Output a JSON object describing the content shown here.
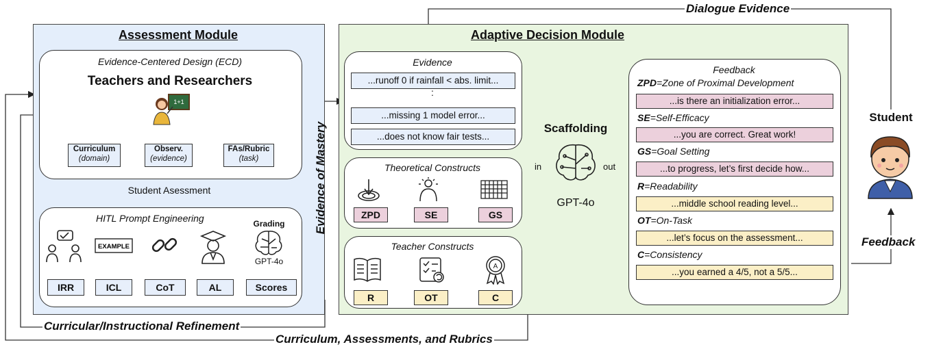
{
  "assessment_module": {
    "title": "Assessment Module",
    "ecd_label": "Evidence-Centered Design (ECD)",
    "teachers_title": "Teachers and Researchers",
    "board_text": "1+1",
    "nodes": [
      {
        "name": "Curriculum",
        "sub": "(domain)"
      },
      {
        "name": "Observ.",
        "sub": "(evidence)"
      },
      {
        "name": "FAs/Rubric",
        "sub": "(task)"
      }
    ],
    "student_assessment": "Student Asessment",
    "hitl_label": "HITL Prompt Engineering",
    "example_icon_text": "EXAMPLE",
    "grading_label": "Grading",
    "grading_model": "GPT-4o",
    "pipeline": [
      "IRR",
      "ICL",
      "CoT",
      "AL",
      "Scores"
    ]
  },
  "adaptive_module": {
    "title": "Adaptive Decision Module",
    "evidence_label": "Evidence",
    "evidence_rows": [
      "...runoff 0 if rainfall < abs. limit...",
      ":",
      "...missing 1 model error...",
      "...does not know fair tests..."
    ],
    "theoretical_label": "Theoretical Constructs",
    "theoretical_chips": [
      "ZPD",
      "SE",
      "GS"
    ],
    "teacher_label": "Teacher Constructs",
    "teacher_chips": [
      "R",
      "OT",
      "C"
    ],
    "scaffolding_label": "Scaffolding",
    "model_label": "GPT-4o",
    "in_label": "in",
    "out_label": "out"
  },
  "feedback": {
    "title": "Feedback",
    "items": [
      {
        "abbr": "ZPD",
        "def": "=Zone of Proximal Development",
        "text": "...is there an initialization error...",
        "color": "pink"
      },
      {
        "abbr": "SE",
        "def": "=Self-Efficacy",
        "text": "...you are correct. Great work!",
        "color": "pink"
      },
      {
        "abbr": "GS",
        "def": "=Goal Setting",
        "text": "...to progress, let’s first decide how...",
        "color": "pink"
      },
      {
        "abbr": "R",
        "def": "=Readability",
        "text": "...middle school reading level...",
        "color": "yellow"
      },
      {
        "abbr": "OT",
        "def": "=On-Task",
        "text": "...let’s focus on the assessment...",
        "color": "yellow"
      },
      {
        "abbr": "C",
        "def": "=Consistency",
        "text": "...you earned a 4/5, not a 5/5...",
        "color": "yellow"
      }
    ]
  },
  "student_label": "Student",
  "flows": {
    "dialogue_evidence": "Dialogue Evidence",
    "evidence_of_mastery": "Evidence  of Mastery",
    "feedback": "Feedback",
    "curricular_refinement": "Curricular/Instructional Refinement",
    "curriculum_assessments": "Curriculum, Assessments, and Rubrics"
  },
  "colors": {
    "assessment_bg": "#e4eefb",
    "adaptive_bg": "#e9f5e0",
    "pink": "#ecd0dc",
    "yellow": "#fbefc6",
    "chip_blue": "#e7effb"
  }
}
